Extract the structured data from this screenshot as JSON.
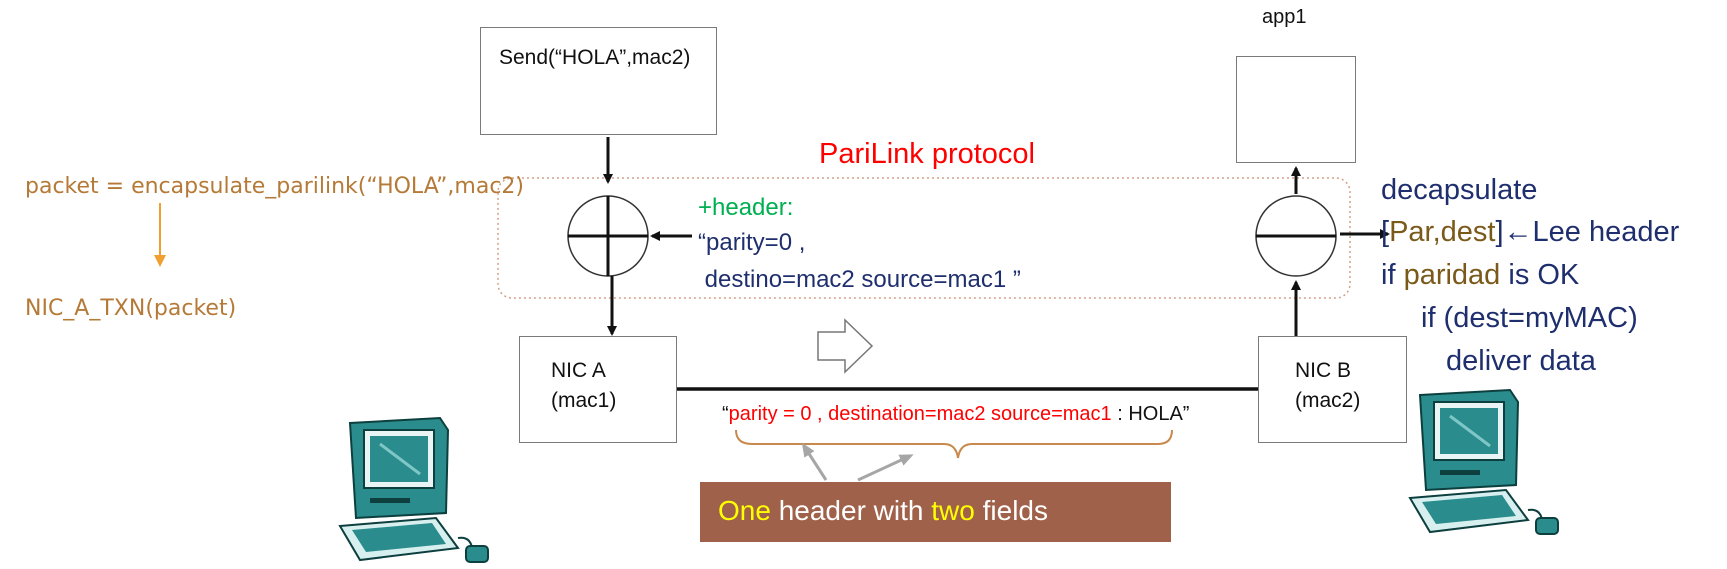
{
  "left": {
    "packet_line": "packet = encapsulate_parilink(“HOLA”,mac2)",
    "txn_line": "NIC_A_TXN(packet)"
  },
  "send_box": {
    "label": "Send(“HOLA”,mac2)"
  },
  "app1": {
    "label": "app1"
  },
  "protocol": {
    "title": "PariLink  protocol"
  },
  "header_note": {
    "title": "+header:",
    "line1": "“parity=0 ,",
    "line2": " destino=mac2 source=mac1 ”"
  },
  "nic_a": {
    "name": "NIC A",
    "mac": "(mac1)"
  },
  "nic_b": {
    "name": "NIC B",
    "mac": "(mac2)"
  },
  "frame": {
    "open_quote": "“",
    "header_text": "parity = 0 , destination=mac2 source=mac1",
    "payload_text": " : HOLA”"
  },
  "callout": {
    "word1": "One",
    "word2": " header with ",
    "word3": "two",
    "word4": " fields"
  },
  "right": {
    "line1": "decapsulate",
    "line2_bracket_open": "[",
    "line2_par": "Par",
    "line2_comma": ",",
    "line2_dest": "dest",
    "line2_bracket_close": "]",
    "line2_rest": "←Lee header",
    "line3_if": "if ",
    "line3_paridad": "paridad",
    "line3_rest": " is OK",
    "line4": "if (dest=myMAC)",
    "line5": "deliver data"
  },
  "colors": {
    "protocol_red": "#ff0000",
    "header_green": "#00b050",
    "navy": "#1f2f6e",
    "orange_text": "#b57a37",
    "callout_bg": "#a0614a",
    "callout_yellow": "#ffff00",
    "brace_orange": "#c9884c",
    "arrow_orange": "#f0a030",
    "computer_teal": "#2a8c8c"
  }
}
